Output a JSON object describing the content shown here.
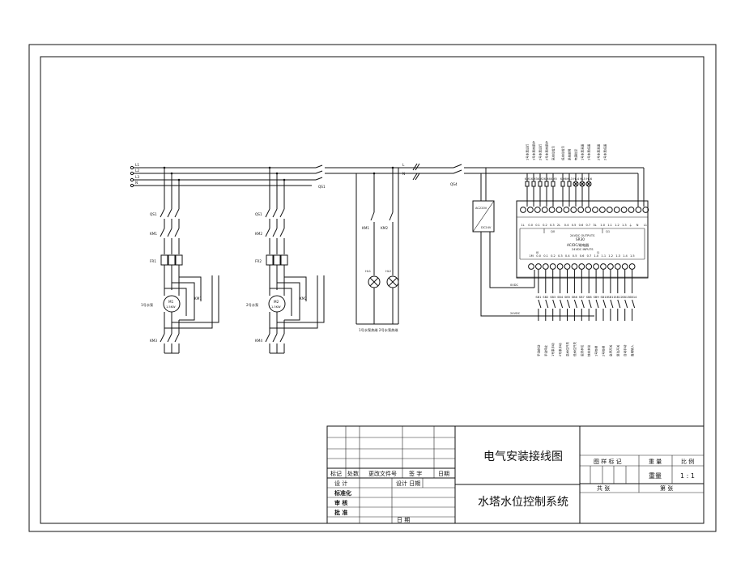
{
  "title_block": {
    "drawing_title": "电气安装接线图",
    "project_name": "水塔水位控制系统",
    "revision_headers": [
      "标记",
      "处数",
      "更改文件号",
      "签 字",
      "日期"
    ],
    "role_design": "设 计",
    "design_date": "设计 日期",
    "role_standard": "标准化",
    "role_review": "审 核",
    "role_approve": "批 准",
    "date_label": "日 期",
    "stage_mark_label": "图 样 标 记",
    "weight_header": "重 量",
    "scale_header": "比 例",
    "weight_value": "重量",
    "scale_value": "1 : 1",
    "sheets_total": "共   张",
    "sheet_no": "第   张"
  },
  "power": {
    "phases": [
      "L1",
      "L2",
      "L3",
      "N"
    ],
    "main_switch": "QS1",
    "motor1": {
      "breaker": "QS1",
      "contactor": "KM1",
      "overload": "FR1",
      "motor_id": "M1",
      "motor_rating": "1.5KW",
      "label": "1号水泵",
      "aux_contact": "KM1",
      "star_contactor": "KM3"
    },
    "motor2": {
      "breaker": "QS1",
      "contactor": "KM2",
      "overload": "FR2",
      "motor_id": "M2",
      "motor_rating": "1.5KW",
      "label": "2号水泵",
      "aux_contact": "KM2",
      "star_contactor": "KM4"
    }
  },
  "indicators": {
    "contact_1": "KM1",
    "contact_2": "KM2",
    "lamp_1": "HL1",
    "lamp_2": "HL2",
    "caption": "1号水泵热继  2号水泵热继"
  },
  "plc": {
    "supply_l": "L",
    "supply_n": "N",
    "breaker": "QS4",
    "psu_in": "AC220V",
    "psu_out": "DC24V",
    "model": "SR30",
    "model_sub": "AC/DC/继电器",
    "output_terminals": [
      "1L",
      "0.0",
      "0.1",
      "0.2",
      "0.3",
      "2L",
      "0.4",
      "0.5",
      "0.6",
      "0.7",
      "3L",
      "1.0",
      "1.1",
      "1.2",
      "1.3",
      "⏚",
      "N",
      "L1"
    ],
    "q0_label": "Q0",
    "q1_label": "Q1",
    "outputs_caption": "24VDC OUTPUTS",
    "inputs_caption": "24VDC INPUTS",
    "i0_label": "I0",
    "i1_label": "I1",
    "input_terminals": [
      "1M",
      "0.0",
      "0.1",
      "0.2",
      "0.3",
      "0.4",
      "0.5",
      "0.6",
      "0.7",
      "1.0",
      "1.1",
      "1.2",
      "1.3",
      "1.4",
      "1.5"
    ],
    "output_signals": [
      "1号水泵运行",
      "1号水泵热保护",
      "2号水泵运行",
      "2号水泵热保护",
      "高水位指示",
      "低水位指示",
      "系统故障",
      "电源指示",
      "1号水泵高速",
      "1号水泵低速",
      "2号水泵高速",
      "2号水泵低速"
    ],
    "output_devices": [
      "KM1",
      "KM3",
      "KM2",
      "KM4",
      "KM5",
      "KM6",
      "HL3",
      "HL4",
      "HL5",
      "HL6"
    ],
    "input_devices": [
      "SB1",
      "SB2",
      "SB3",
      "SB4",
      "SB5",
      "SB6",
      "SB7",
      "SB8",
      "SB9",
      "SB10",
      "SB11",
      "SB12",
      "SB13",
      "SB14"
    ],
    "input_signals": [
      "手动启动",
      "手动停止",
      "1号泵手动",
      "2号泵手动",
      "高水位开关",
      "低水位开关",
      "溢流水位",
      "缺水水位",
      "1号热继",
      "2号热继",
      "急停开关",
      "复位开关",
      "自动手动",
      "备用输入"
    ],
    "dc_0v": "0VDC",
    "dc_24v": "24VDC"
  }
}
